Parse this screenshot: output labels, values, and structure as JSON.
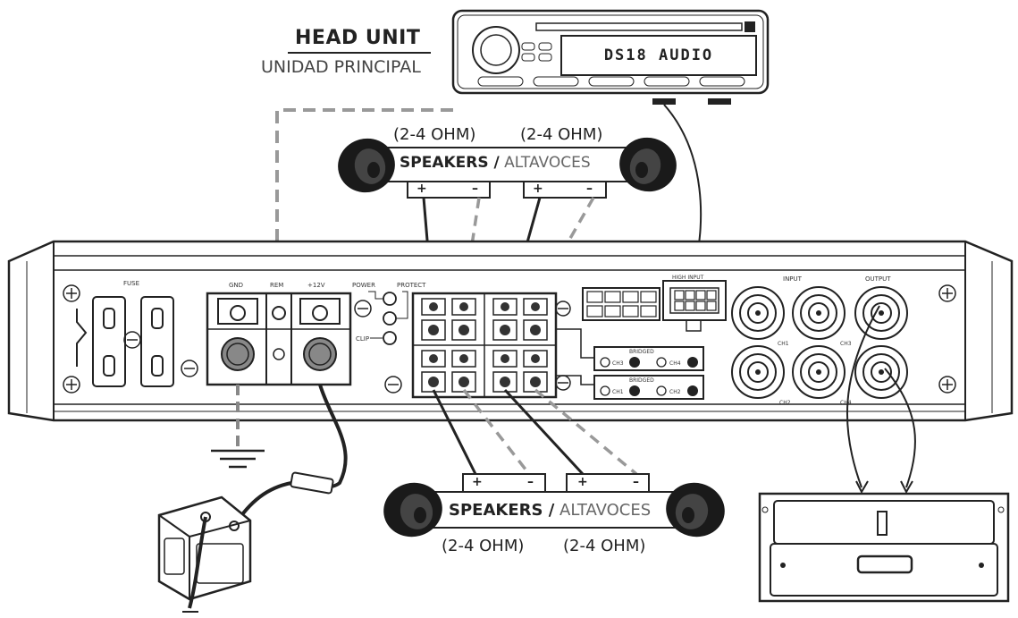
{
  "head_unit": {
    "title": "HEAD UNIT",
    "subtitle": "UNIDAD PRINCIPAL",
    "display_text": "DS18 AUDIO"
  },
  "speakers_top": {
    "impedance_left": "(2-4 OHM)",
    "impedance_right": "(2-4 OHM)",
    "label_en": "SPEAKERS /",
    "label_es": " ALTAVOCES",
    "terminals": [
      "+",
      "–",
      "+",
      "–"
    ]
  },
  "speakers_bottom": {
    "impedance_left": "(2-4 OHM)",
    "impedance_right": "(2-4 OHM)",
    "label_en": "SPEAKERS /",
    "label_es": " ALTAVOCES",
    "terminals": [
      "+",
      "–",
      "+",
      "–"
    ]
  },
  "amplifier_panel": {
    "fuse": "FUSE",
    "gnd": "GND",
    "rem": "REM",
    "plus12v": "+12V",
    "power": "POWER",
    "protect": "PROTECT",
    "clip": "CLIP",
    "high_input": "HIGH INPUT",
    "input": "INPUT",
    "output": "OUTPUT",
    "ch1": "CH1",
    "ch2": "CH2",
    "ch3": "CH3",
    "ch4": "CH4",
    "bridged_34": "BRIDGED",
    "bridged_12": "BRIDGED",
    "ch1_term": "CH1",
    "ch2_term": "CH2",
    "ch3_term": "CH3",
    "ch4_term": "CH4"
  },
  "colors": {
    "line": "#222222",
    "dash": "#888888",
    "speaker": "#1a1a1a"
  }
}
